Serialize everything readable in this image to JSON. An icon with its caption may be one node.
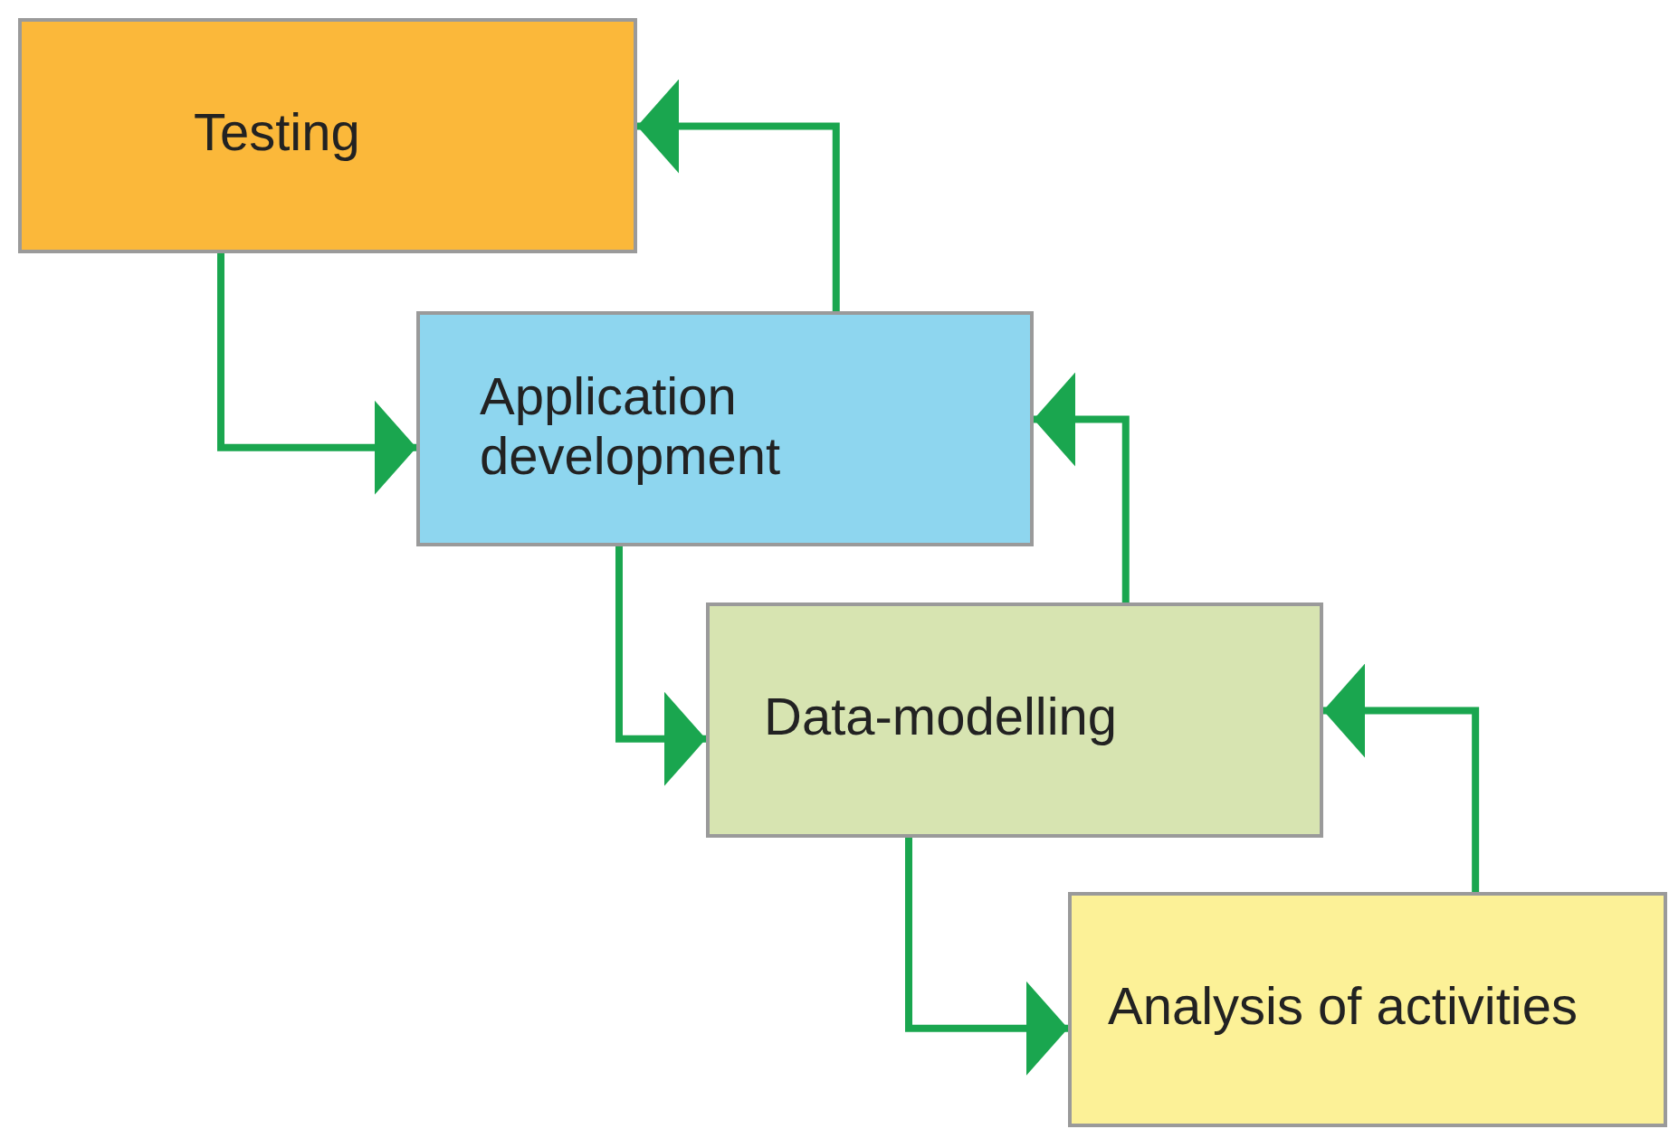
{
  "diagram": {
    "nodes": [
      {
        "text": [
          "Testing"
        ]
      },
      {
        "text": [
          "Application development"
        ]
      },
      {
        "text": [
          "Data-modelling"
        ]
      },
      {
        "text": [
          "Analysis of activities"
        ]
      }
    ],
    "edges": [
      {
        "from": 0,
        "to": 1,
        "arrow": "to"
      },
      {
        "from": 1,
        "to": 0,
        "arrow": "to"
      },
      {
        "from": 1,
        "to": 2,
        "arrow": "to"
      },
      {
        "from": 2,
        "to": 1,
        "arrow": "to"
      },
      {
        "from": 2,
        "to": 3,
        "arrow": "to"
      },
      {
        "from": 3,
        "to": 2,
        "arrow": "to"
      }
    ]
  }
}
